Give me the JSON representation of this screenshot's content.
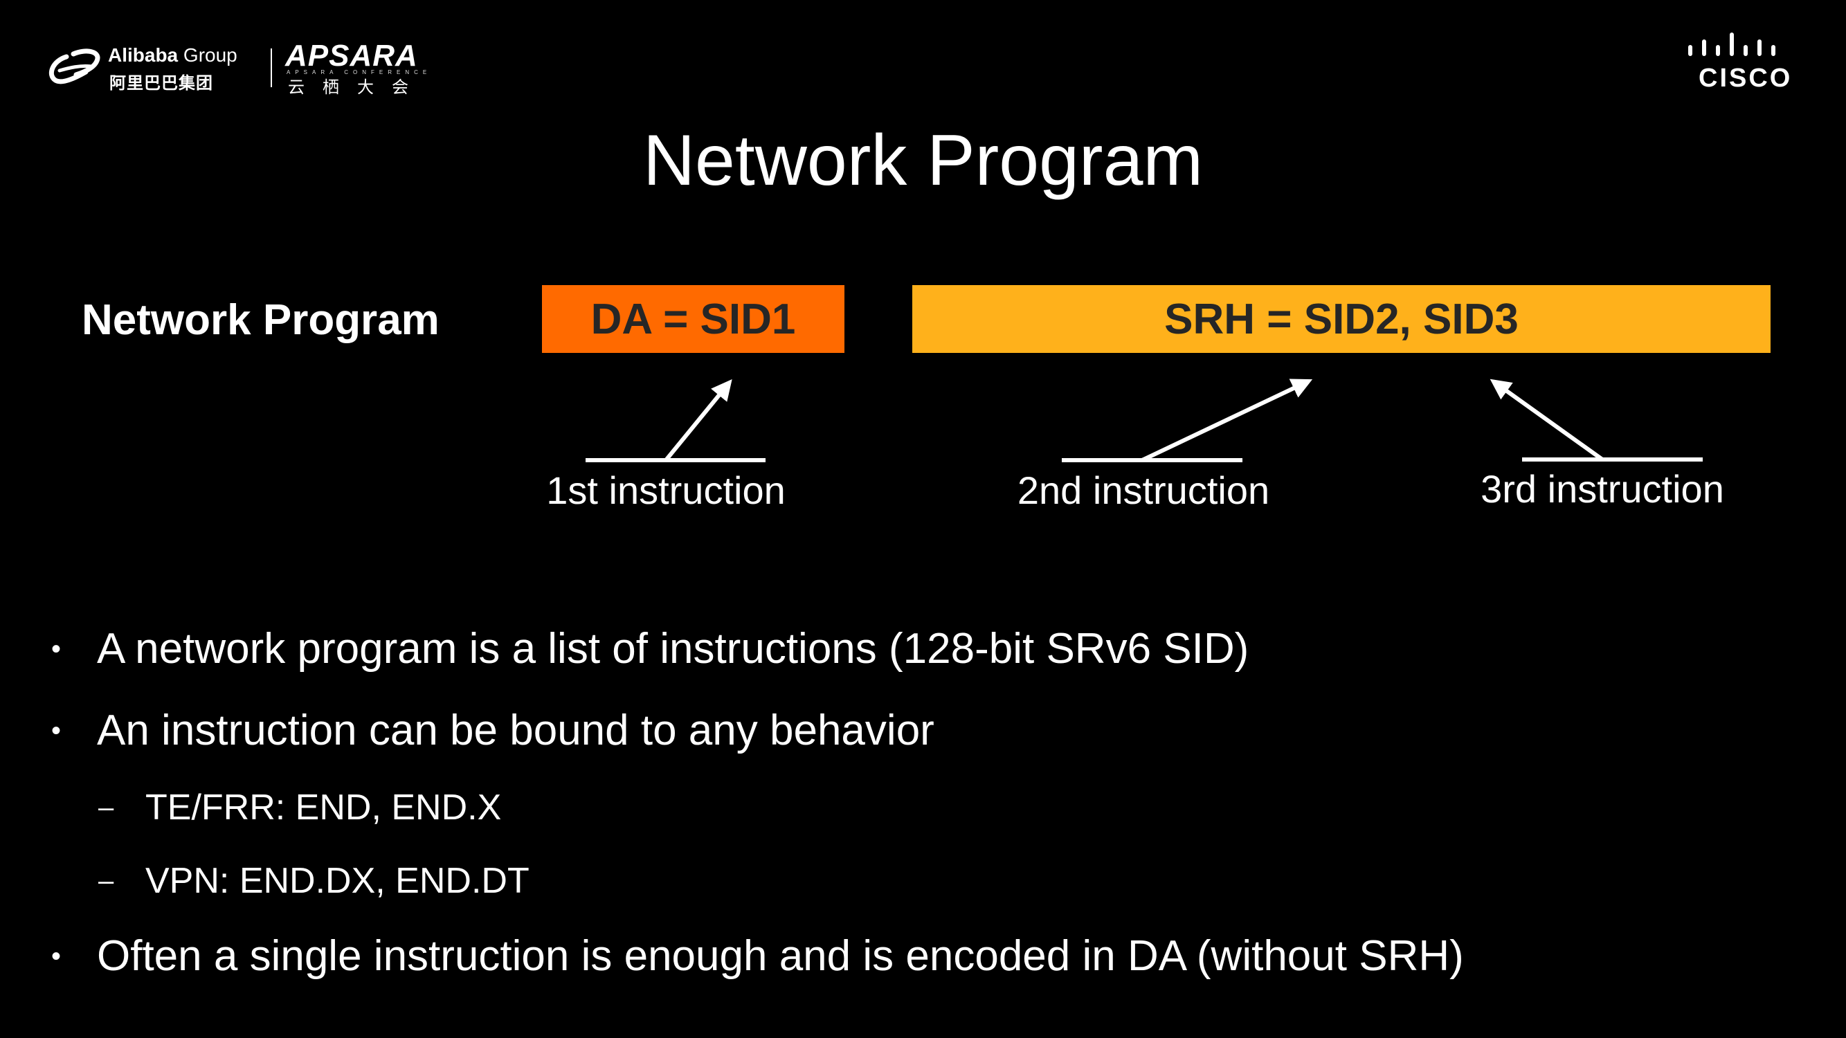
{
  "header": {
    "alibaba_logo": {
      "name": "Alibaba",
      "group": " Group",
      "chinese": "阿里巴巴集团",
      "icon": "alibaba-logo-icon"
    },
    "apsara_logo": {
      "name": "APSARA",
      "subtitle": "APSARA CONFERENCE",
      "chinese": "云栖大会"
    },
    "cisco_logo": {
      "name": "CISCO",
      "icon": "cisco-bridge-icon"
    }
  },
  "title": "Network Program",
  "diagram": {
    "row_label": "Network Program",
    "da_box": {
      "label": "DA = SID1",
      "color": "#FF6A00"
    },
    "srh_box": {
      "label": "SRH = SID2, SID3",
      "color": "#FFB11B"
    },
    "instructions": [
      "1st instruction",
      "2nd instruction",
      "3rd instruction"
    ]
  },
  "bullets": [
    {
      "marker": "•",
      "text": "A network program is a list of instructions (128-bit SRv6 SID)"
    },
    {
      "marker": "•",
      "text": "An instruction can be bound to any behavior"
    },
    {
      "marker": "–",
      "text": "TE/FRR: END, END.X"
    },
    {
      "marker": "–",
      "text": "VPN: END.DX, END.DT"
    },
    {
      "marker": "•",
      "text": "Often a single instruction is enough and is encoded in DA (without SRH)"
    }
  ]
}
